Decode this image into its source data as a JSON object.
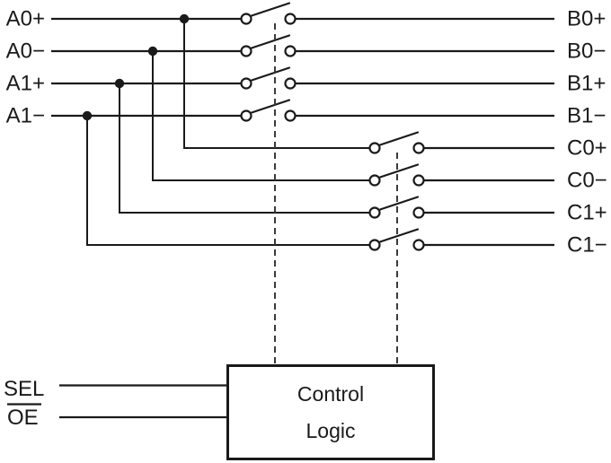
{
  "labels": {
    "left": [
      "A0+",
      "A0−",
      "A1+",
      "A1−"
    ],
    "right": [
      "B0+",
      "B0−",
      "B1+",
      "B1−",
      "C0+",
      "C0−",
      "C1+",
      "C1−"
    ],
    "sel": "SEL",
    "oe": "OE",
    "control_box": {
      "line1": "Control",
      "line2": "Logic"
    }
  },
  "colors": {
    "line": "#1a1a1a",
    "background": "#ffffff"
  }
}
